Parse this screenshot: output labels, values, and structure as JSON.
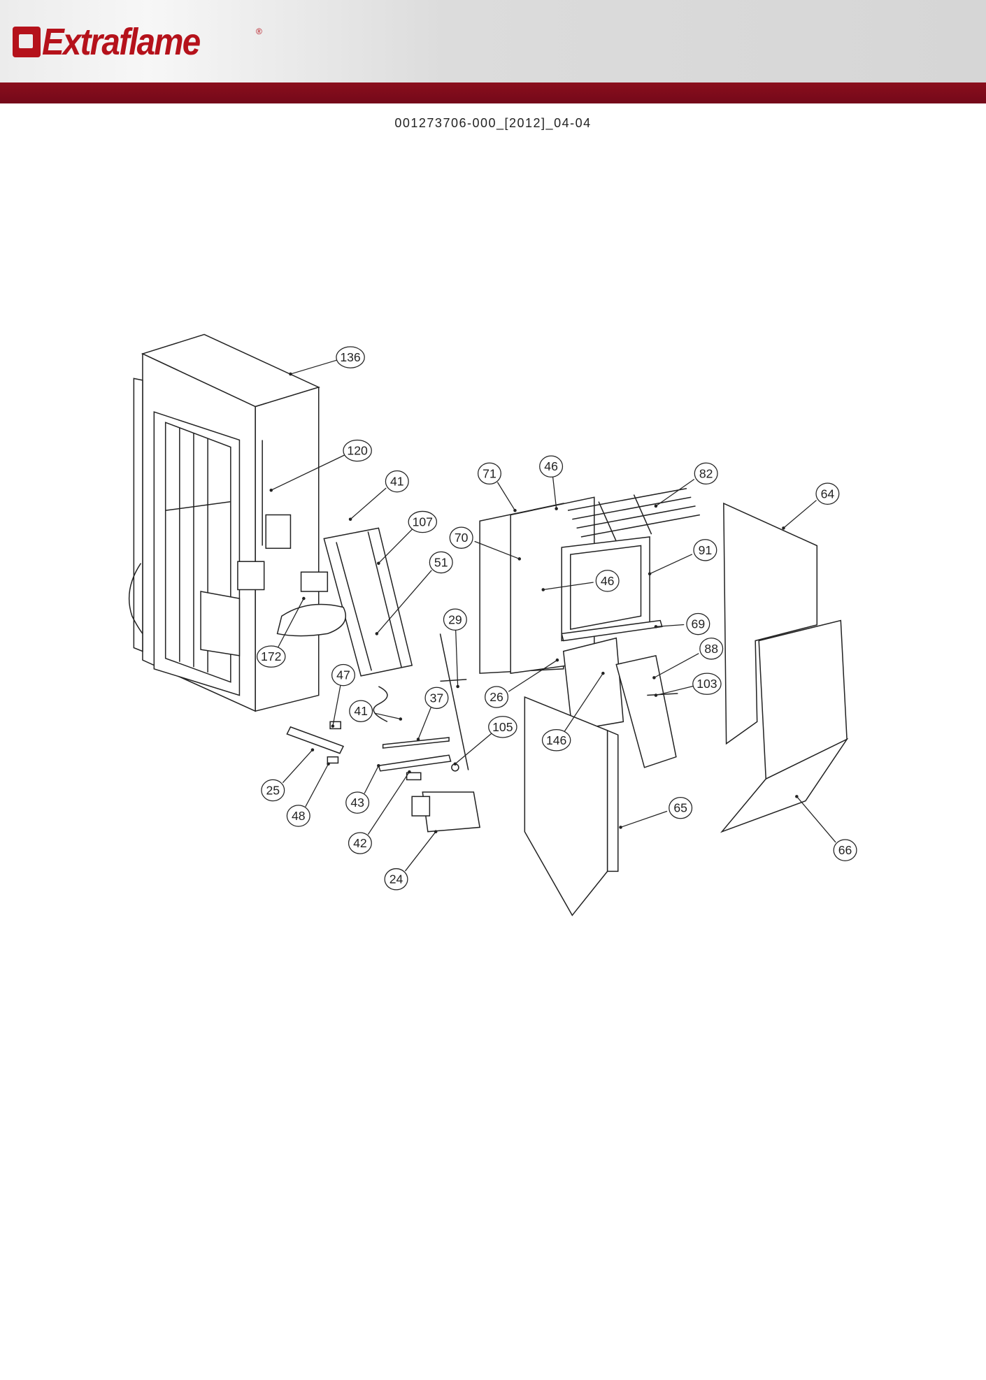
{
  "header": {
    "brand": "Extraflame",
    "registered_mark": "®",
    "document_code": "001273706-000_[2012]_04-04",
    "colors": {
      "brand_red": "#b5121b",
      "bar_red": "#7a0b1a"
    }
  },
  "diagram": {
    "type": "exploded parts diagram",
    "callouts": [
      "136",
      "120",
      "41",
      "107",
      "51",
      "172",
      "47",
      "41",
      "37",
      "29",
      "105",
      "25",
      "48",
      "43",
      "42",
      "24",
      "71",
      "46",
      "70",
      "46",
      "82",
      "91",
      "64",
      "69",
      "88",
      "103",
      "26",
      "146",
      "65",
      "66"
    ]
  }
}
